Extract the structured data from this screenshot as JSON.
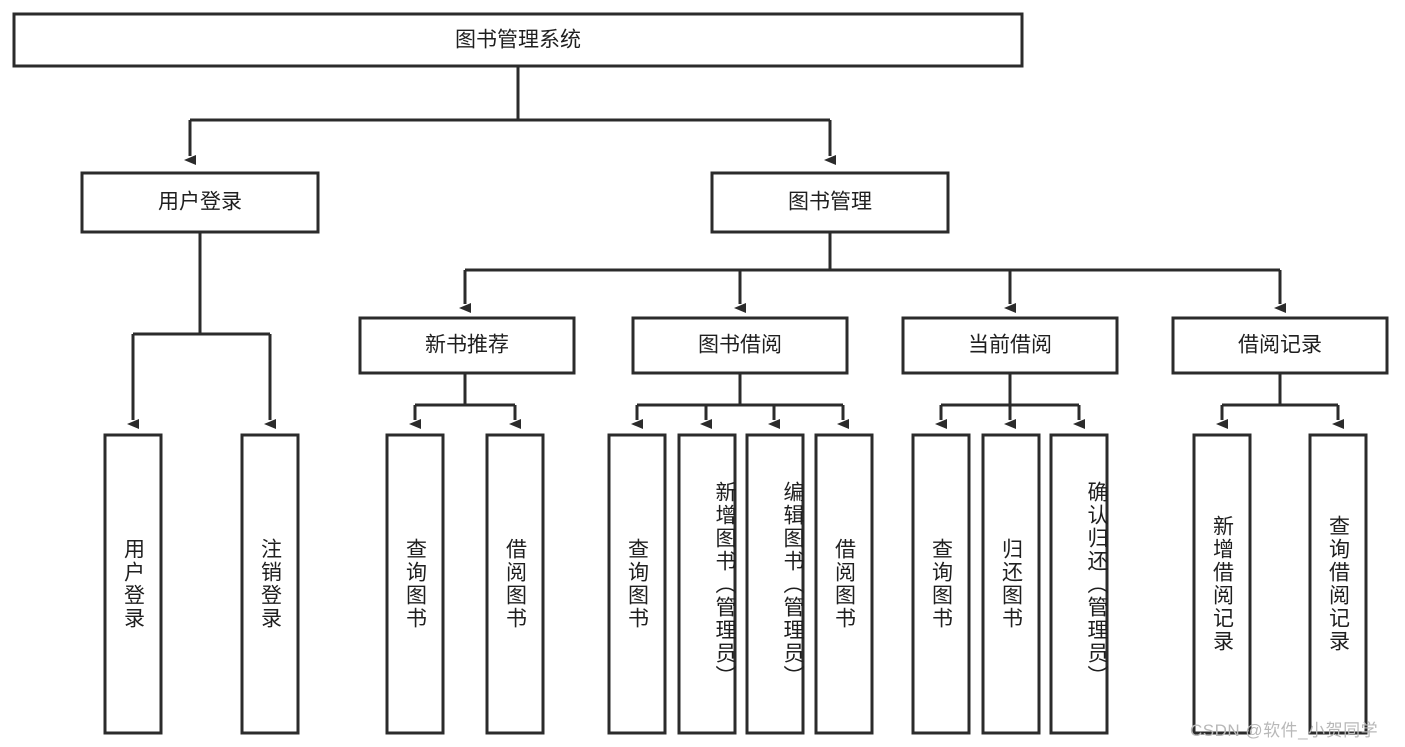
{
  "diagram": {
    "title_node": {
      "label": "图书管理系统"
    },
    "level2": [
      {
        "label": "用户登录"
      },
      {
        "label": "图书管理"
      }
    ],
    "level3": [
      {
        "label": "新书推荐"
      },
      {
        "label": "图书借阅"
      },
      {
        "label": "当前借阅"
      },
      {
        "label": "借阅记录"
      }
    ],
    "leaves": [
      {
        "label": "用户登录"
      },
      {
        "label": "注销登录"
      },
      {
        "label": "查询图书"
      },
      {
        "label": "借阅图书"
      },
      {
        "label": "查询图书"
      },
      {
        "label": "新增图书（管理员）"
      },
      {
        "label": "编辑图书（管理员）"
      },
      {
        "label": "借阅图书"
      },
      {
        "label": "查询图书"
      },
      {
        "label": "归还图书"
      },
      {
        "label": "确认归还（管理员）"
      },
      {
        "label": "新增借阅记录"
      },
      {
        "label": "查询借阅记录"
      }
    ],
    "watermark": {
      "text": "CSDN @软件_小贺同学"
    },
    "colors": {
      "stroke": "#2b2b2b",
      "fill": "#ffffff",
      "text": "#1f1f1f",
      "watermark": "#b8b8b8"
    }
  }
}
